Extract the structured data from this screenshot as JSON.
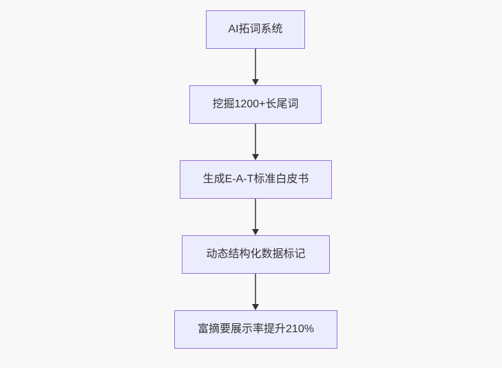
{
  "diagram": {
    "type": "flowchart",
    "direction": "top-down",
    "colors": {
      "background": "#f8f8f8",
      "node_fill": "#ECECFF",
      "node_border": "#9370DB",
      "text": "#333333",
      "edge_line": "#666666",
      "edge_head": "#333333"
    },
    "nodes": [
      {
        "label": "AI拓词系统"
      },
      {
        "label": "挖掘1200+长尾词"
      },
      {
        "label": "生成E-A-T标准白皮书"
      },
      {
        "label": "动态结构化数据标记"
      },
      {
        "label": "富摘要展示率提升210%"
      }
    ],
    "edges": [
      {
        "from": 0,
        "to": 1
      },
      {
        "from": 1,
        "to": 2
      },
      {
        "from": 2,
        "to": 3
      },
      {
        "from": 3,
        "to": 4
      }
    ]
  }
}
